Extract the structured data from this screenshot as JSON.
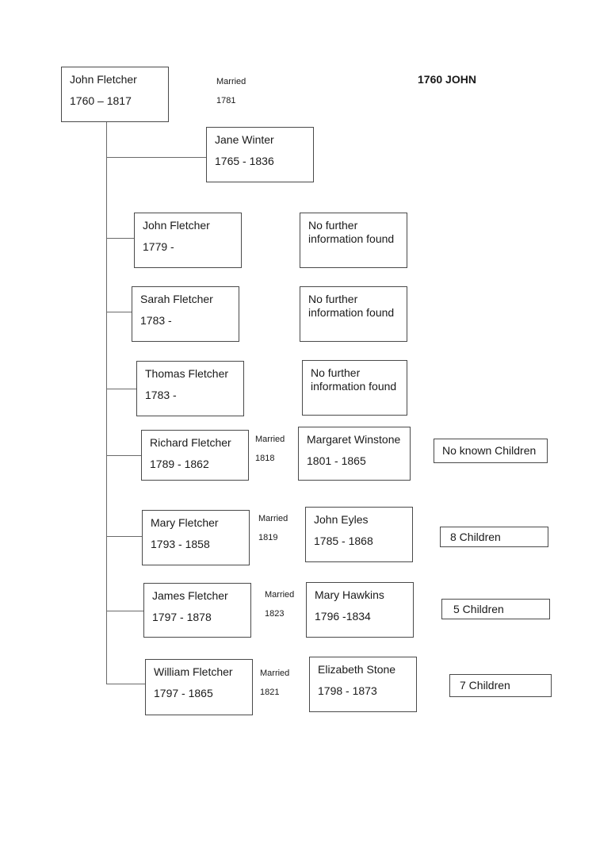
{
  "title": "1760 JOHN",
  "root": {
    "name": "John Fletcher",
    "dates": "1760 – 1817"
  },
  "root_marriage": {
    "label": "Married",
    "year": "1781"
  },
  "spouse": {
    "name": "Jane Winter",
    "dates": "1765 - 1836"
  },
  "children": [
    {
      "name": "John Fletcher",
      "dates": "1779 -",
      "side_note": "No further information found"
    },
    {
      "name": "Sarah Fletcher",
      "dates": "1783 -",
      "side_note": "No further information found"
    },
    {
      "name": "Thomas Fletcher",
      "dates": "1783 -",
      "side_note": "No further information found"
    },
    {
      "name": "Richard Fletcher",
      "dates": "1789 - 1862",
      "married": "Married",
      "married_year": "1818",
      "spouse_name": "Margaret Winstone",
      "spouse_dates": "1801 - 1865",
      "children_count": "No known Children"
    },
    {
      "name": "Mary Fletcher",
      "dates": "1793 - 1858",
      "married": "Married",
      "married_year": "1819",
      "spouse_name": "John Eyles",
      "spouse_dates": "1785 - 1868",
      "children_count": "8 Children"
    },
    {
      "name": "James Fletcher",
      "dates": "1797 - 1878",
      "married": "Married",
      "married_year": "1823",
      "spouse_name": "Mary Hawkins",
      "spouse_dates": "1796 -1834",
      "children_count": "5 Children"
    },
    {
      "name": "William Fletcher",
      "dates": "1797 - 1865",
      "married": "Married",
      "married_year": "1821",
      "spouse_name": "Elizabeth Stone",
      "spouse_dates": "1798 - 1873",
      "children_count": "7 Children"
    }
  ]
}
